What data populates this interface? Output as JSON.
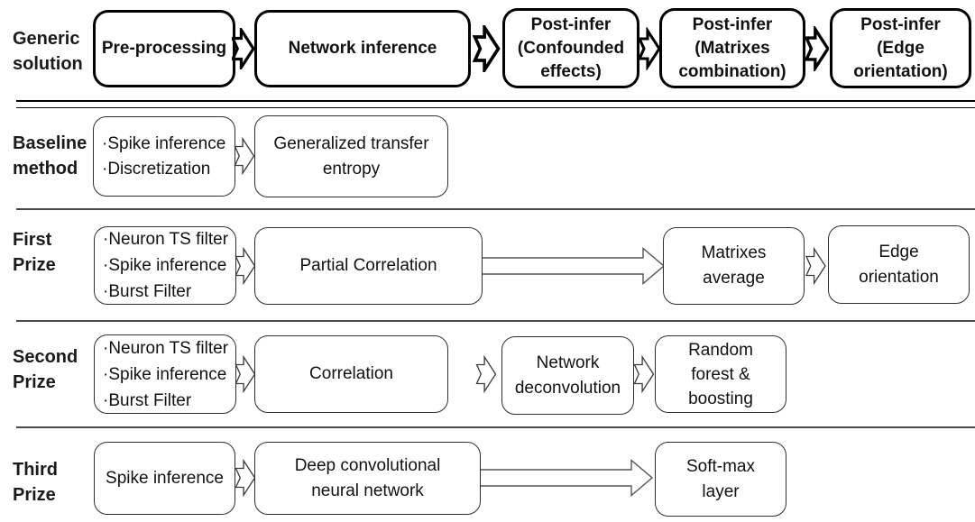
{
  "colors": {
    "background": "#ffffff",
    "bold_box_border": "#000000",
    "thin_box_border": "#2e2e2e",
    "divider": "#4a4a4a",
    "text": "#111111",
    "long_arrow_stroke": "#555555"
  },
  "icons": {
    "flow_arrow": "block-arrow-right-icon",
    "long_flow_arrow": "long-block-arrow-right-icon"
  },
  "rows": [
    {
      "label": [
        "Generic",
        "solution"
      ],
      "boxes": [
        {
          "lines": [
            "Pre-processing"
          ]
        },
        {
          "lines": [
            "Network inference"
          ]
        },
        {
          "lines": [
            "Post-infer",
            "(Confounded",
            "effects)"
          ]
        },
        {
          "lines": [
            "Post-infer",
            "(Matrixes",
            "combination)"
          ]
        },
        {
          "lines": [
            "Post-infer",
            "(Edge",
            "orientation)"
          ]
        }
      ]
    },
    {
      "label": [
        "Baseline",
        "method"
      ],
      "boxes": [
        {
          "lines": [
            "·Spike inference",
            "·Discretization"
          ]
        },
        {
          "lines": [
            "Generalized transfer",
            "entropy"
          ]
        }
      ]
    },
    {
      "label": [
        "First",
        "Prize"
      ],
      "boxes": [
        {
          "lines": [
            "·Neuron TS filter",
            "·Spike inference",
            "·Burst Filter"
          ]
        },
        {
          "lines": [
            "Partial Correlation"
          ]
        },
        {
          "lines": [
            "Matrixes",
            "average"
          ]
        },
        {
          "lines": [
            "Edge",
            "orientation"
          ]
        }
      ]
    },
    {
      "label": [
        "Second",
        "Prize"
      ],
      "boxes": [
        {
          "lines": [
            "·Neuron TS filter",
            "·Spike inference",
            "·Burst Filter"
          ]
        },
        {
          "lines": [
            "Correlation"
          ]
        },
        {
          "lines": [
            "Network",
            "deconvolution"
          ]
        },
        {
          "lines": [
            "Random",
            "forest &",
            "boosting"
          ]
        }
      ]
    },
    {
      "label": [
        "Third",
        "Prize"
      ],
      "boxes": [
        {
          "lines": [
            "Spike inference"
          ]
        },
        {
          "lines": [
            "Deep convolutional",
            "neural network"
          ]
        },
        {
          "lines": [
            "Soft-max",
            "layer"
          ]
        }
      ]
    }
  ]
}
